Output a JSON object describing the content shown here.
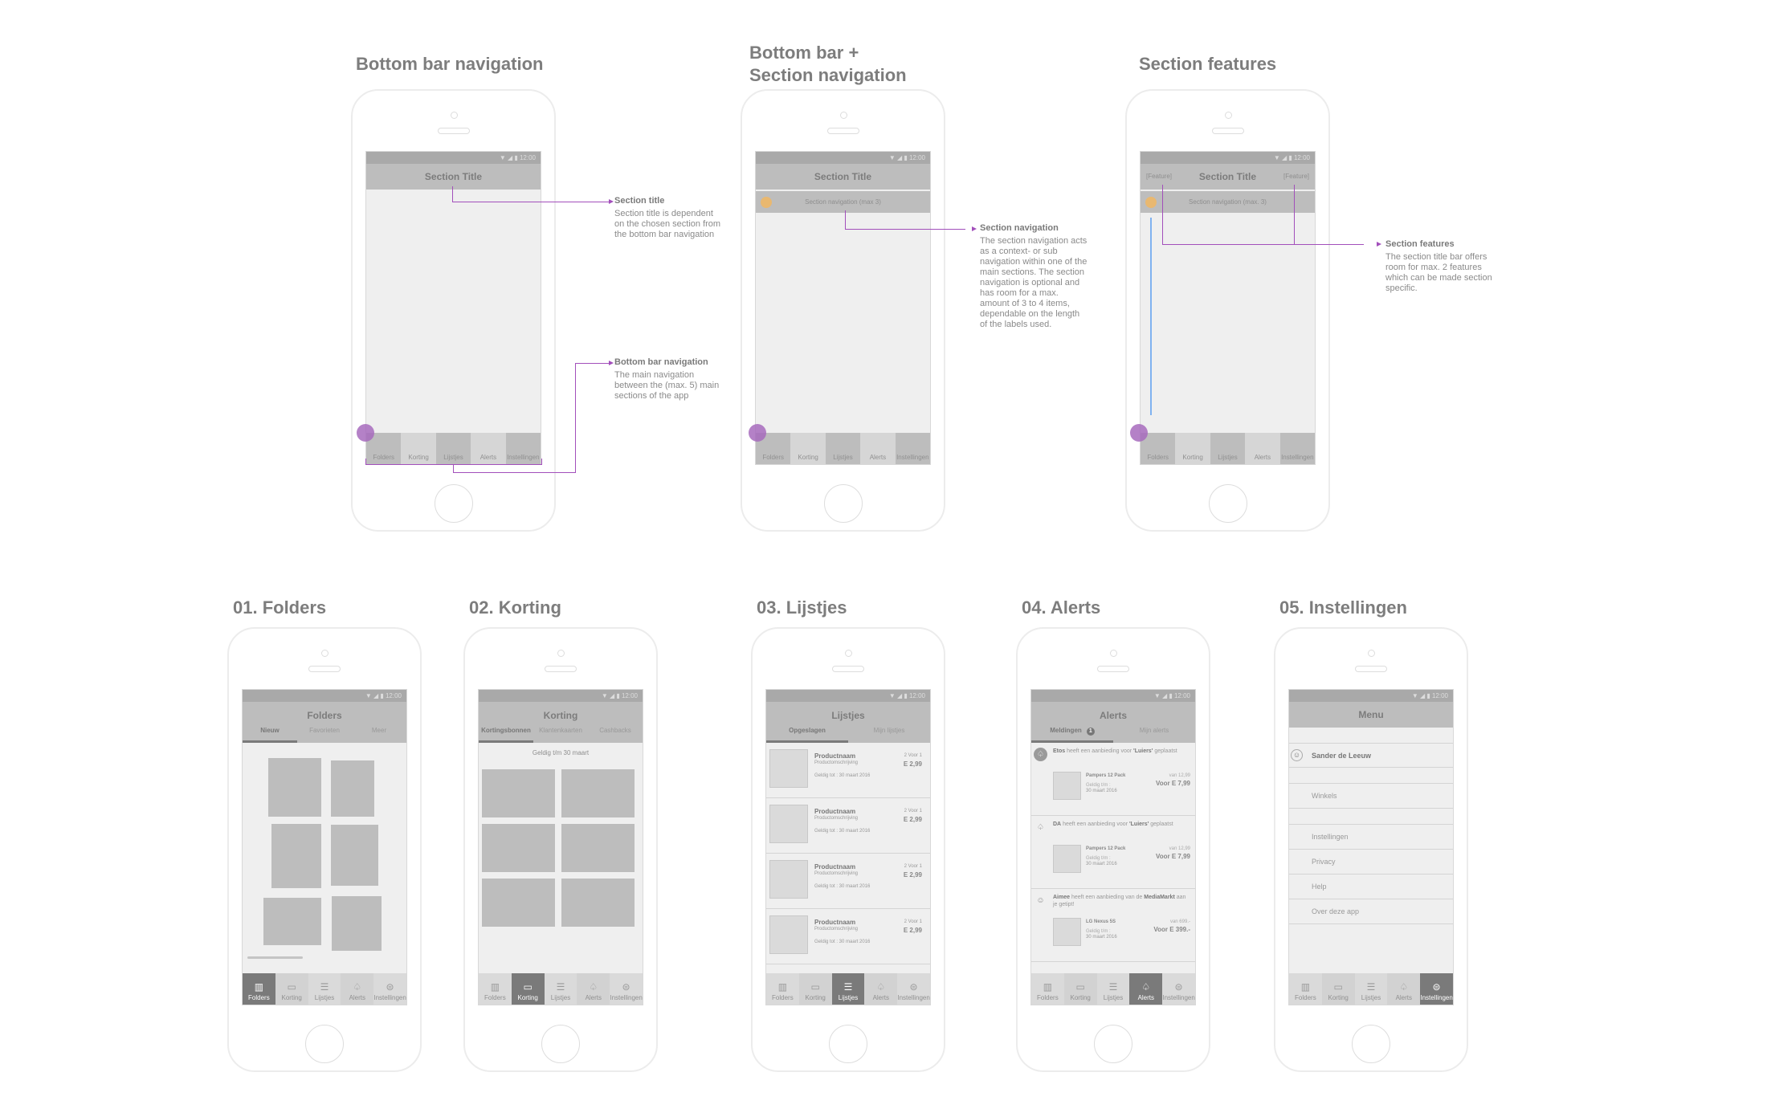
{
  "status_time": "12:00",
  "bottom_nav": [
    {
      "label": "Folders",
      "icon": "book-icon"
    },
    {
      "label": "Korting",
      "icon": "cards-icon"
    },
    {
      "label": "Lijstjes",
      "icon": "list-icon"
    },
    {
      "label": "Alerts",
      "icon": "bell-icon"
    },
    {
      "label": "Instellingen",
      "icon": "toggles-icon"
    }
  ],
  "top": [
    {
      "heading": [
        "Bottom bar navigation"
      ],
      "title": "Section Title",
      "annotations": [
        {
          "title": "Section title",
          "body": "Section title is dependent on the chosen section from the bottom bar navigation"
        },
        {
          "title": "Bottom bar navigation",
          "body": "The main navigation between the (max. 5) main sections of the app"
        }
      ]
    },
    {
      "heading": [
        "Bottom bar +",
        "Section navigation"
      ],
      "title": "Section Title",
      "section_nav": "Section navigation (max 3)",
      "annotations": [
        {
          "title": "Section navigation",
          "body": "The section navigation acts as a context- or sub navigation within one of the main sections. The section navigation is optional and has room for a max. amount of 3 to 4 items, dependable on the length of the labels used."
        }
      ]
    },
    {
      "heading": [
        "Section features"
      ],
      "title": "Section Title",
      "section_nav": "Section navigation (max. 3)",
      "features": [
        "[Feature]",
        "[Feature]"
      ],
      "annotations": [
        {
          "title": "Section features",
          "body": "The section title bar offers room for max. 2 features which can be made section specific."
        }
      ]
    }
  ],
  "screens": [
    {
      "heading": "01. Folders",
      "title": "Folders",
      "tabs": [
        "Nieuw",
        "Favorieten",
        "Meer"
      ],
      "active_nav": 0
    },
    {
      "heading": "02. Korting",
      "title": "Korting",
      "tabs": [
        "Kortingsbonnen",
        "Klantenkaarten",
        "Cashbacks"
      ],
      "active_nav": 1,
      "valid_text": "Geldig t/m 30 maart"
    },
    {
      "heading": "03. Lijstjes",
      "title": "Lijstjes",
      "tabs": [
        "Opgeslagen",
        "Mijn lijstjes"
      ],
      "active_nav": 2,
      "items": [
        {
          "name": "Productnaam",
          "desc": "Productomschrijving",
          "valid": "Geldig tot : 30 maart 2016",
          "deal": "2 Voor 1",
          "price": "E 2,99"
        },
        {
          "name": "Productnaam",
          "desc": "Productomschrijving",
          "valid": "Geldig tot : 30 maart 2016",
          "deal": "2 Voor 1",
          "price": "E 2,99"
        },
        {
          "name": "Productnaam",
          "desc": "Productomschrijving",
          "valid": "Geldig tot : 30 maart 2016",
          "deal": "2 Voor 1",
          "price": "E 2,99"
        },
        {
          "name": "Productnaam",
          "desc": "Productomschrijving",
          "valid": "Geldig tot : 30 maart 2016",
          "deal": "2 Voor 1",
          "price": "E 2,99"
        }
      ]
    },
    {
      "heading": "04. Alerts",
      "title": "Alerts",
      "tabs": [
        "Meldingen",
        "Mijn alerts"
      ],
      "badge": "1",
      "active_nav": 3,
      "items": [
        {
          "icon": "bell-icon",
          "msg": [
            {
              "b": "Etos"
            },
            {
              "t": " heeft een aanbieding voor "
            },
            {
              "b": "'Luiers'"
            },
            {
              "t": " geplaatst"
            }
          ],
          "product": "Pampers 12 Pack",
          "valid_label": "Geldig t/m :",
          "valid_date": "30 maart 2016",
          "was": "van 12,99",
          "now": "Voor E 7,99"
        },
        {
          "icon": "bell-icon",
          "msg": [
            {
              "b": "DA"
            },
            {
              "t": " heeft een aanbieding voor "
            },
            {
              "b": "'Luiers'"
            },
            {
              "t": " geplaatst"
            }
          ],
          "product": "Pampers 12 Pack",
          "valid_label": "Geldig t/m :",
          "valid_date": "30 maart 2016",
          "was": "van 12,99",
          "now": "Voor E 7,99"
        },
        {
          "icon": "user-icon",
          "msg": [
            {
              "b": "Aimee"
            },
            {
              "t": " heeft een aanbieding van de "
            },
            {
              "b": "MediaMarkt"
            },
            {
              "t": " aan je getipt!"
            }
          ],
          "product": "LG Nexus 5S",
          "valid_label": "Geldig t/m :",
          "valid_date": "30 maart 2016",
          "was": "van 699.-",
          "now": "Voor E 399.-"
        }
      ]
    },
    {
      "heading": "05. Instellingen",
      "title": "Menu",
      "active_nav": 4,
      "user": "Sander de Leeuw",
      "menu": [
        [
          "Winkels"
        ],
        [
          "Instellingen",
          "Privacy",
          "Help",
          "Over deze app"
        ]
      ]
    }
  ],
  "colors": {
    "annotation": "#a24fbb",
    "marker": "#a76bbd",
    "section_marker": "#e9b870",
    "guide": "#7fb2f0"
  }
}
